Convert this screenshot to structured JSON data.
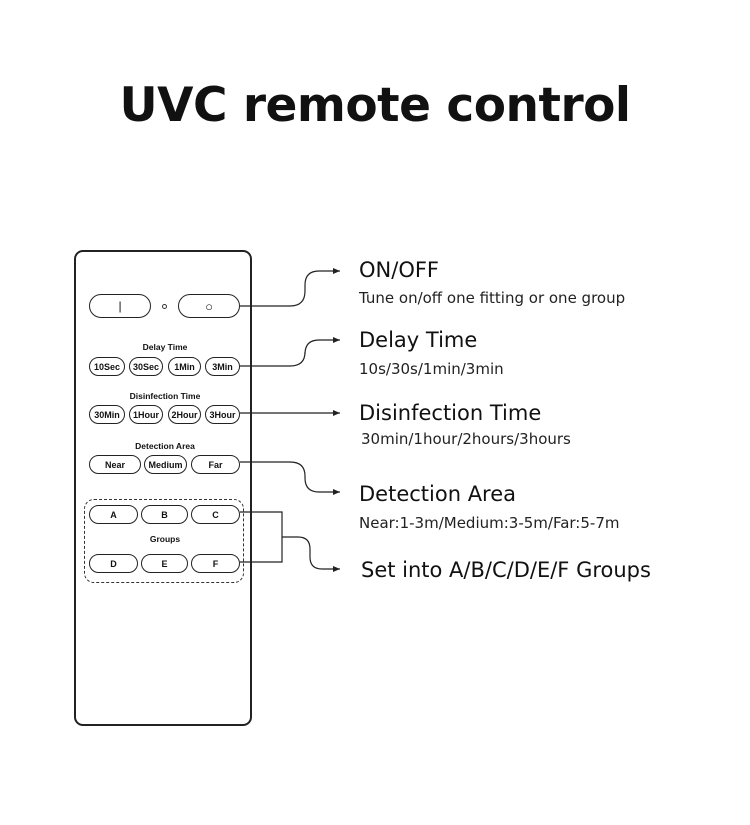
{
  "title": "UVC remote control",
  "remote": {
    "power_buttons": {
      "on_symbol": "|",
      "off_symbol": "○"
    },
    "delay_time": {
      "label": "Delay Time",
      "buttons": [
        "10Sec",
        "30Sec",
        "1Min",
        "3Min"
      ]
    },
    "disinfection_time": {
      "label": "Disinfection Time",
      "buttons": [
        "30Min",
        "1Hour",
        "2Hour",
        "3Hour"
      ]
    },
    "detection_area": {
      "label": "Detection Area",
      "buttons": [
        "Near",
        "Medium",
        "Far"
      ]
    },
    "groups": {
      "label": "Groups",
      "row1": [
        "A",
        "B",
        "C"
      ],
      "row2": [
        "D",
        "E",
        "F"
      ]
    }
  },
  "callouts": {
    "onoff": {
      "heading": "ON/OFF",
      "desc": "Tune on/off one fitting or one group"
    },
    "delay": {
      "heading": "Delay Time",
      "desc": "10s/30s/1min/3min"
    },
    "disinfection": {
      "heading": "Disinfection Time",
      "desc": "30min/1hour/2hours/3hours"
    },
    "detection": {
      "heading": "Detection Area",
      "desc": "Near:1-3m/Medium:3-5m/Far:5-7m"
    },
    "groups": {
      "heading": "Set into A/B/C/D/E/F Groups"
    }
  },
  "colors": {
    "ink": "#111111",
    "background": "#ffffff"
  }
}
